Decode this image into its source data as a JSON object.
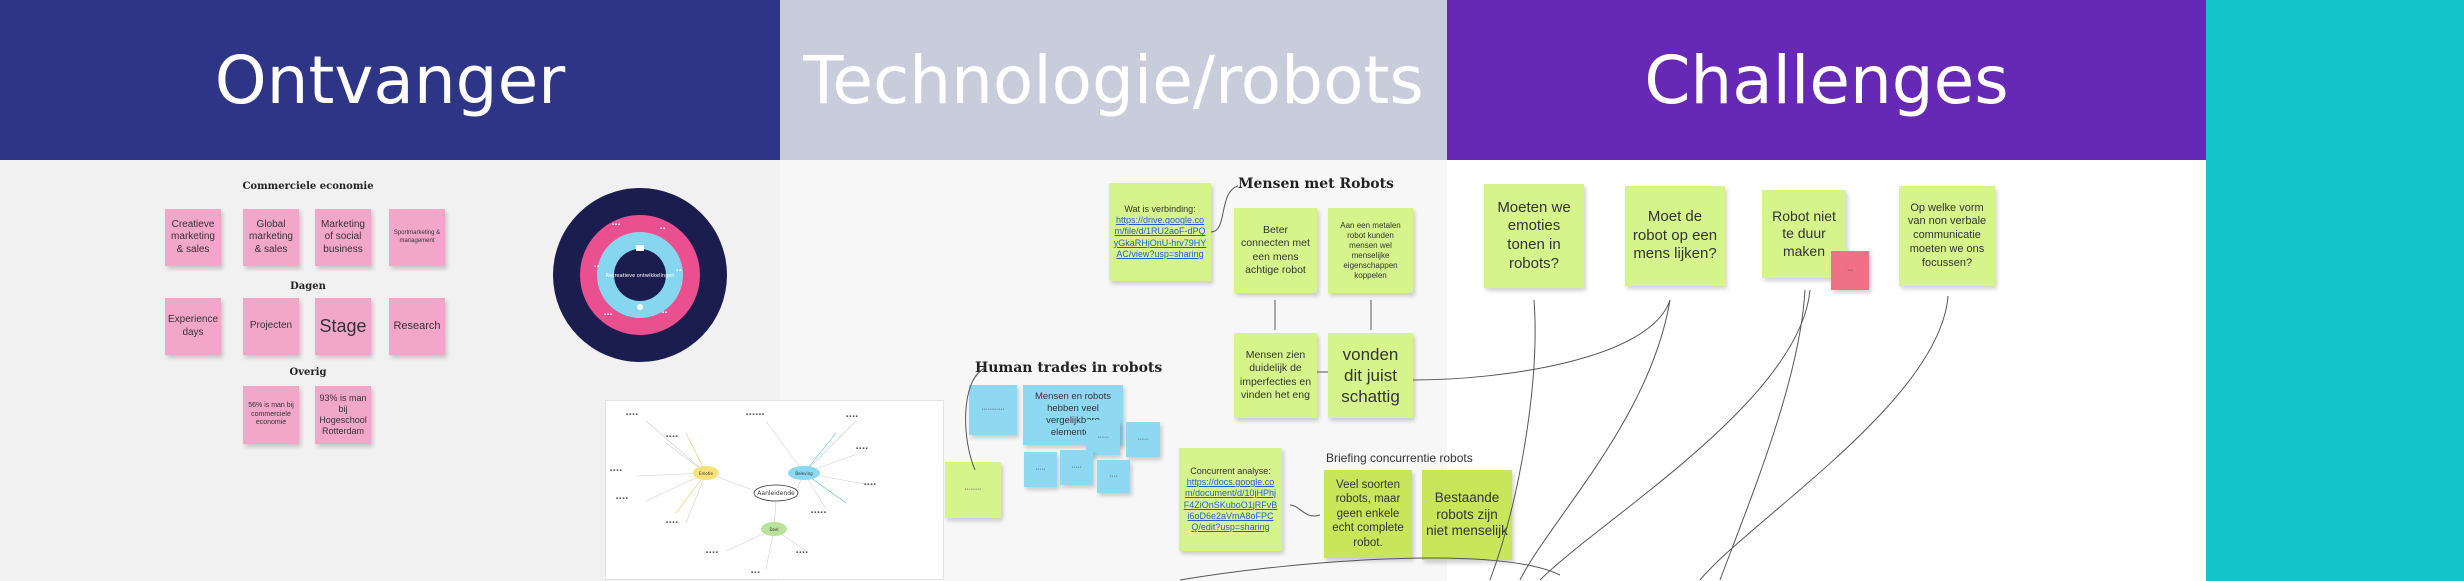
{
  "headers": {
    "ontvanger": "Ontvanger",
    "technologie": "Technologie/robots",
    "challenges": "Challenges"
  },
  "colors": {
    "ontvanger_header": "#2e3586",
    "technologie_header": "#c9ccdb",
    "challenges_header": "#6629b5",
    "side_panel": "#14c6cc",
    "sticky_pink": "#f2a7c9",
    "sticky_green": "#d5f58c",
    "sticky_blue": "#8fd8f2"
  },
  "ontvanger": {
    "section_commercieel": "Commerciele economie",
    "notes_commercieel": [
      "Creatieve marketing & sales",
      "Global marketing & sales",
      "Marketing of social business",
      "Sportmarketing & management"
    ],
    "section_dagen": "Dagen",
    "notes_dagen": [
      "Experience days",
      "Projecten",
      "Stage",
      "Research"
    ],
    "section_overig": "Overig",
    "notes_overig": [
      "56% is man bij commerciele economie",
      "93% is man bij Hogeschool Rotterdam"
    ],
    "wheel_center": "Recreatieve ontwikkelingen"
  },
  "mindmap": {
    "center": "Aanleidende",
    "hub_left": "Emotie",
    "hub_right": "Beleving",
    "hub_bottom": "Doel"
  },
  "technologie": {
    "title_mensen": "Mensen met Robots",
    "wat_is_verbinding_label": "Wat is verbinding:",
    "wat_is_verbinding_link": "https://drive.google.com/file/d/1RU2aoF-dPQyGkaRHjOnU-hrv79HYAC/view?usp=sharing",
    "note_beter": "Beter connecten met een mens achtige robot",
    "note_metalen": "Aan een metalen robot kunden mensen wel menselijke eigenschappen koppelen",
    "note_imperfecties": "Mensen zien duidelijk de imperfecties en vinden het eng",
    "note_schattig": "vonden dit juist schattig",
    "title_human": "Human trades in robots",
    "note_elementen": "Mensen en robots hebben veel vergelijkbare elementen",
    "concurrent_label": "Concurrent analyse:",
    "concurrent_link": "https://docs.google.com/document/d/10jHPhjF4ZiOnSKuboO1jRFvBi6oD6e2aVmA8oFPCQ/edit?usp=sharing",
    "title_briefing": "Briefing concurrentie robots",
    "note_veel": "Veel soorten robots, maar geen enkele echt complete robot.",
    "note_bestaande": "Bestaande robots zijn niet menselijk"
  },
  "challenges": {
    "notes": [
      "Moeten we emoties tonen in robots?",
      "Moet de robot op een mens lijken?",
      "Robot niet te duur maken",
      "Op welke vorm van non verbale communicatie moeten we ons focussen?"
    ]
  }
}
